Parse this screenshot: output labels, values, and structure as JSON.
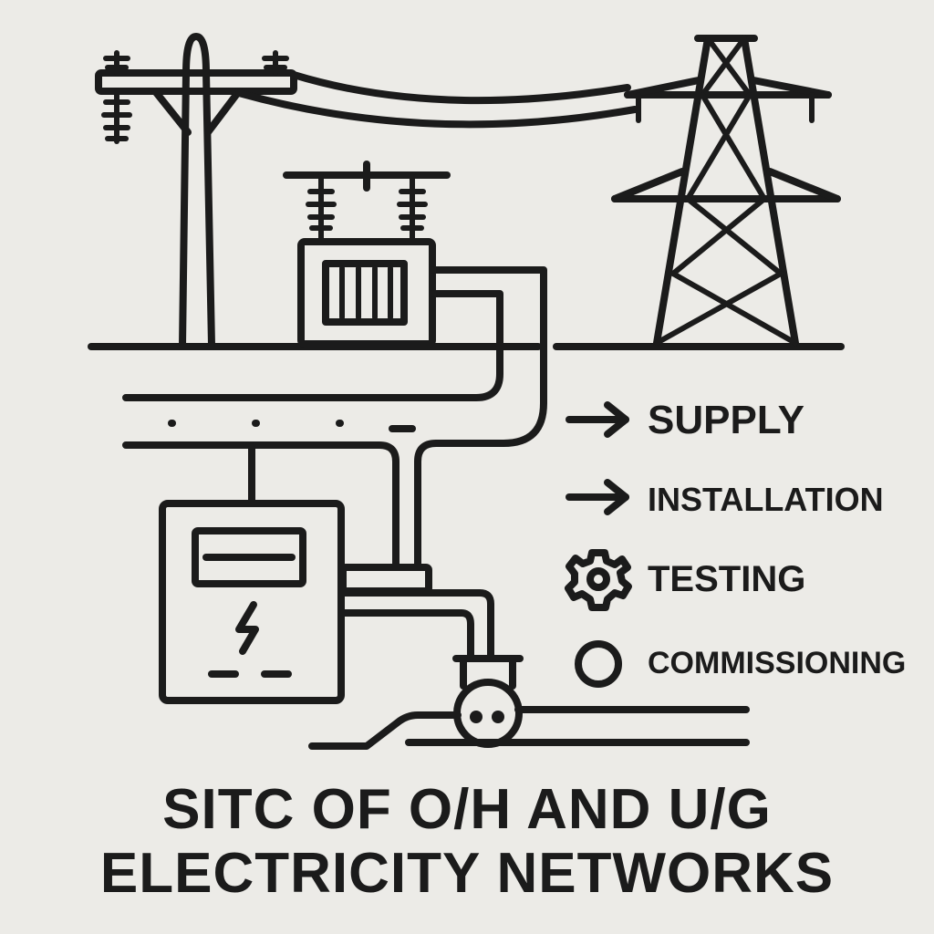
{
  "legend": {
    "items": [
      {
        "label": "SUPPLY",
        "icon": "arrow-right-icon"
      },
      {
        "label": "INSTALLATION",
        "icon": "arrow-right-icon"
      },
      {
        "label": "TESTING",
        "icon": "gear-icon"
      },
      {
        "label": "COMMISSIONING",
        "icon": "circle-icon"
      }
    ]
  },
  "title": {
    "line1": "SITC OF O/H AND U/G",
    "line2": "ELECTRICITY NETWORKS"
  },
  "colors": {
    "background": "#ecebe7",
    "ink": "#1b1b1b"
  }
}
